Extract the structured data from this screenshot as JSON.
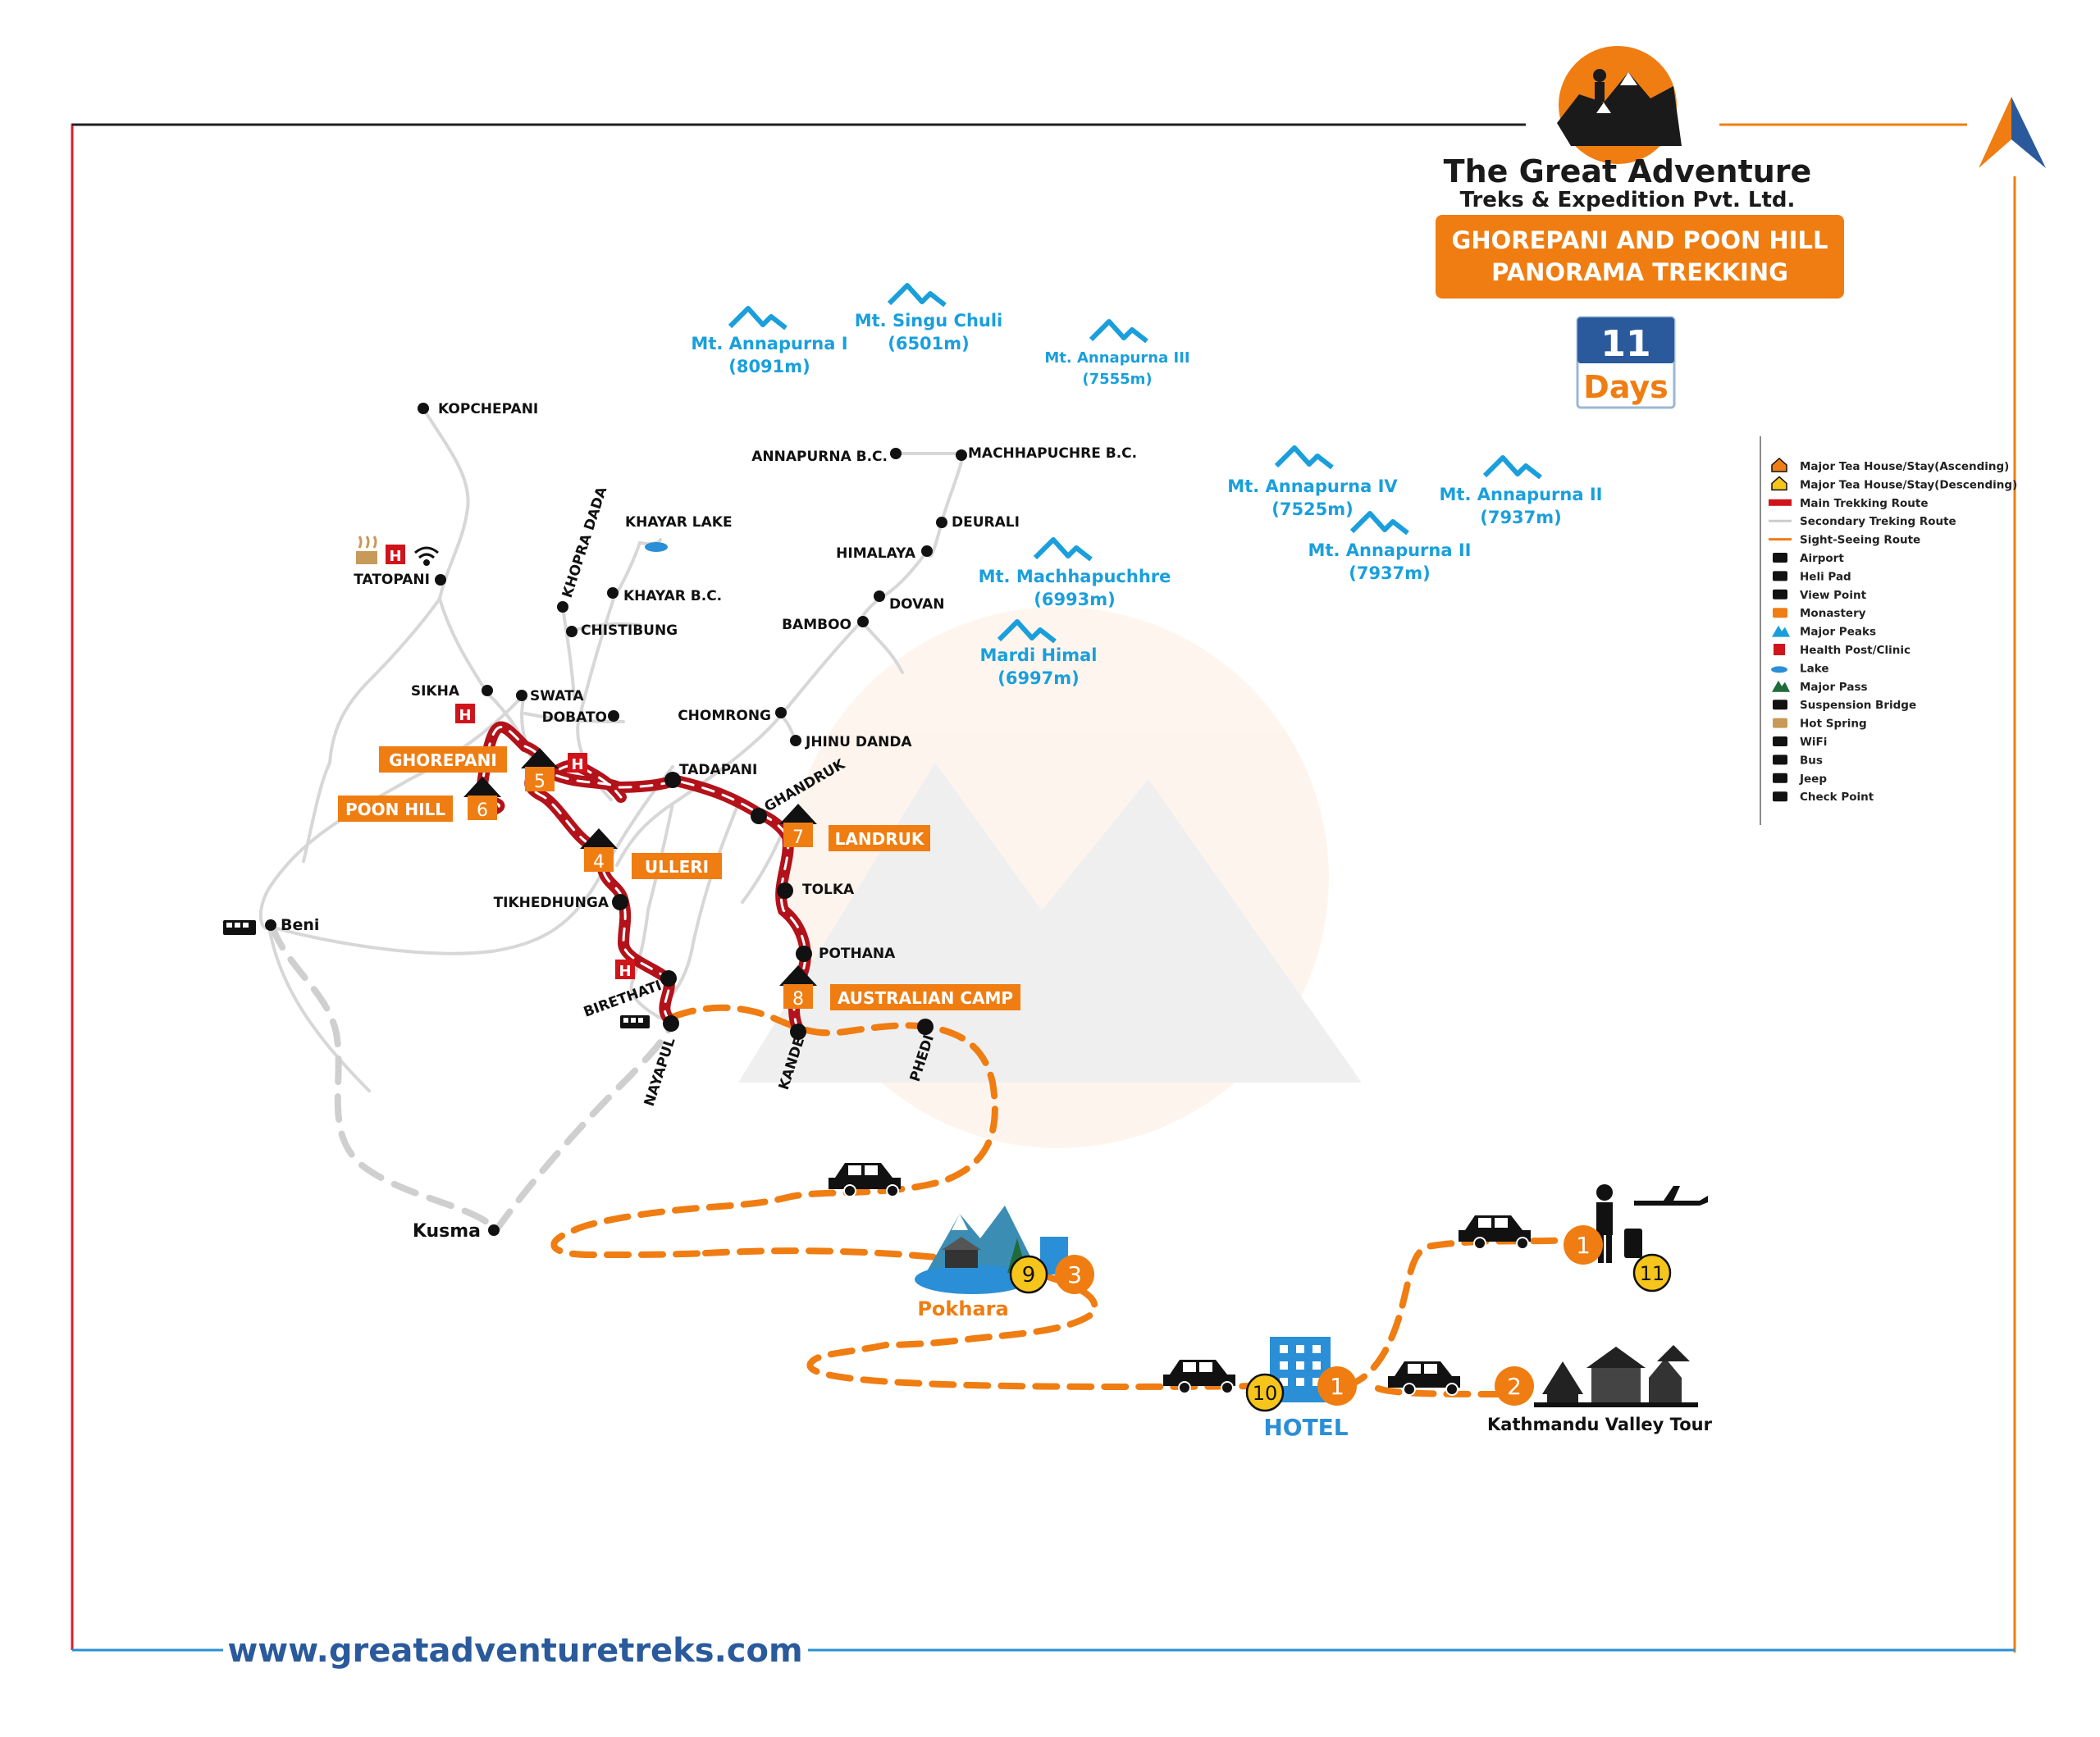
{
  "brand": {
    "name": "The Great Adventure",
    "subname": "Treks & Expedition Pvt. Ltd.",
    "trek_title_1": "GHOREPANI AND POON HILL",
    "trek_title_2": "PANORAMA TREKKING",
    "days_number": "11",
    "days_word": "Days",
    "website": "www.greatadventuretreks.com"
  },
  "peaks": {
    "a1_name": "Mt. Annapurna I",
    "a1_alt": "(8091m)",
    "singu_name": "Mt. Singu Chuli",
    "singu_alt": "(6501m)",
    "a3_name": "Mt. Annapurna III",
    "a3_alt": "(7555m)",
    "a4_name": "Mt. Annapurna IV",
    "a4_alt": "(7525m)",
    "a2_name": "Mt. Annapurna II",
    "a2_alt": "(7937m)",
    "a2b_name": "Mt. Annapurna II",
    "a2b_alt": "(7937m)",
    "mach_name": "Mt. Machhapuchhre",
    "mach_alt": "(6993m)",
    "mardi_name": "Mardi Himal",
    "mardi_alt": "(6997m)"
  },
  "places": {
    "kopchepani": "KOPCHEPANI",
    "annapurna_bc": "ANNAPURNA B.C.",
    "machhapuchre_bc": "MACHHAPUCHRE B.C.",
    "deurali": "DEURALI",
    "himalaya": "HIMALAYA",
    "dovan": "DOVAN",
    "bamboo": "BAMBOO",
    "khayar_lake": "KHAYAR LAKE",
    "khayar_bc": "KHAYAR B.C.",
    "khopra_dada": "KHOPRA DADA",
    "chistibung": "CHISTIBUNG",
    "tatopani": "TATOPANI",
    "sikha": "SIKHA",
    "swata": "SWATA",
    "dobato": "DOBATO",
    "chomrong": "CHOMRONG",
    "jhinu_danda": "JHINU DANDA",
    "tadapani": "TADAPANI",
    "ghandruk": "GHANDRUK",
    "tolka": "TOLKA",
    "pothana": "POTHANA",
    "tikhedhunga": "TIKHEDHUNGA",
    "birethati": "BIRETHATI",
    "nayapul": "NAYAPUL",
    "kande": "KANDE",
    "phedi": "PHEDI",
    "beni": "Beni",
    "kusma": "Kusma",
    "pokhara": "Pokhara",
    "hotel": "HOTEL",
    "kathmandu_tour": "Kathmandu Valley Tour"
  },
  "stays": {
    "ghorepani": "GHOREPANI",
    "poon_hill": "POON HILL",
    "ulleri": "ULLERI",
    "landruk": "LANDRUK",
    "australian_camp": "AUSTRALIAN CAMP"
  },
  "day_markers": {
    "d1": "1",
    "d1b": "1",
    "d2": "2",
    "d3": "3",
    "d4": "4",
    "d5": "5",
    "d6": "6",
    "d7": "7",
    "d8": "8",
    "d9": "9",
    "d10": "10",
    "d11": "11"
  },
  "legend": {
    "items": [
      "Major Tea House/Stay(Ascending)",
      "Major Tea House/Stay(Descending)",
      "Main Trekking Route",
      "Secondary Treking Route",
      "Sight-Seeing Route",
      "Airport",
      "Heli Pad",
      "View Point",
      "Monastery",
      "Major Peaks",
      "Health Post/Clinic",
      "Lake",
      "Major Pass",
      "Suspension Bridge",
      "Hot Spring",
      "WiFi",
      "Bus",
      "Jeep",
      "Check Point"
    ]
  },
  "colors": {
    "orange": "#ef7d12",
    "red": "#d0141c",
    "blue": "#1a9fdc",
    "navy": "#2a5a9c",
    "gray_route": "#d7d7d7",
    "yellow": "#f6c51b"
  }
}
